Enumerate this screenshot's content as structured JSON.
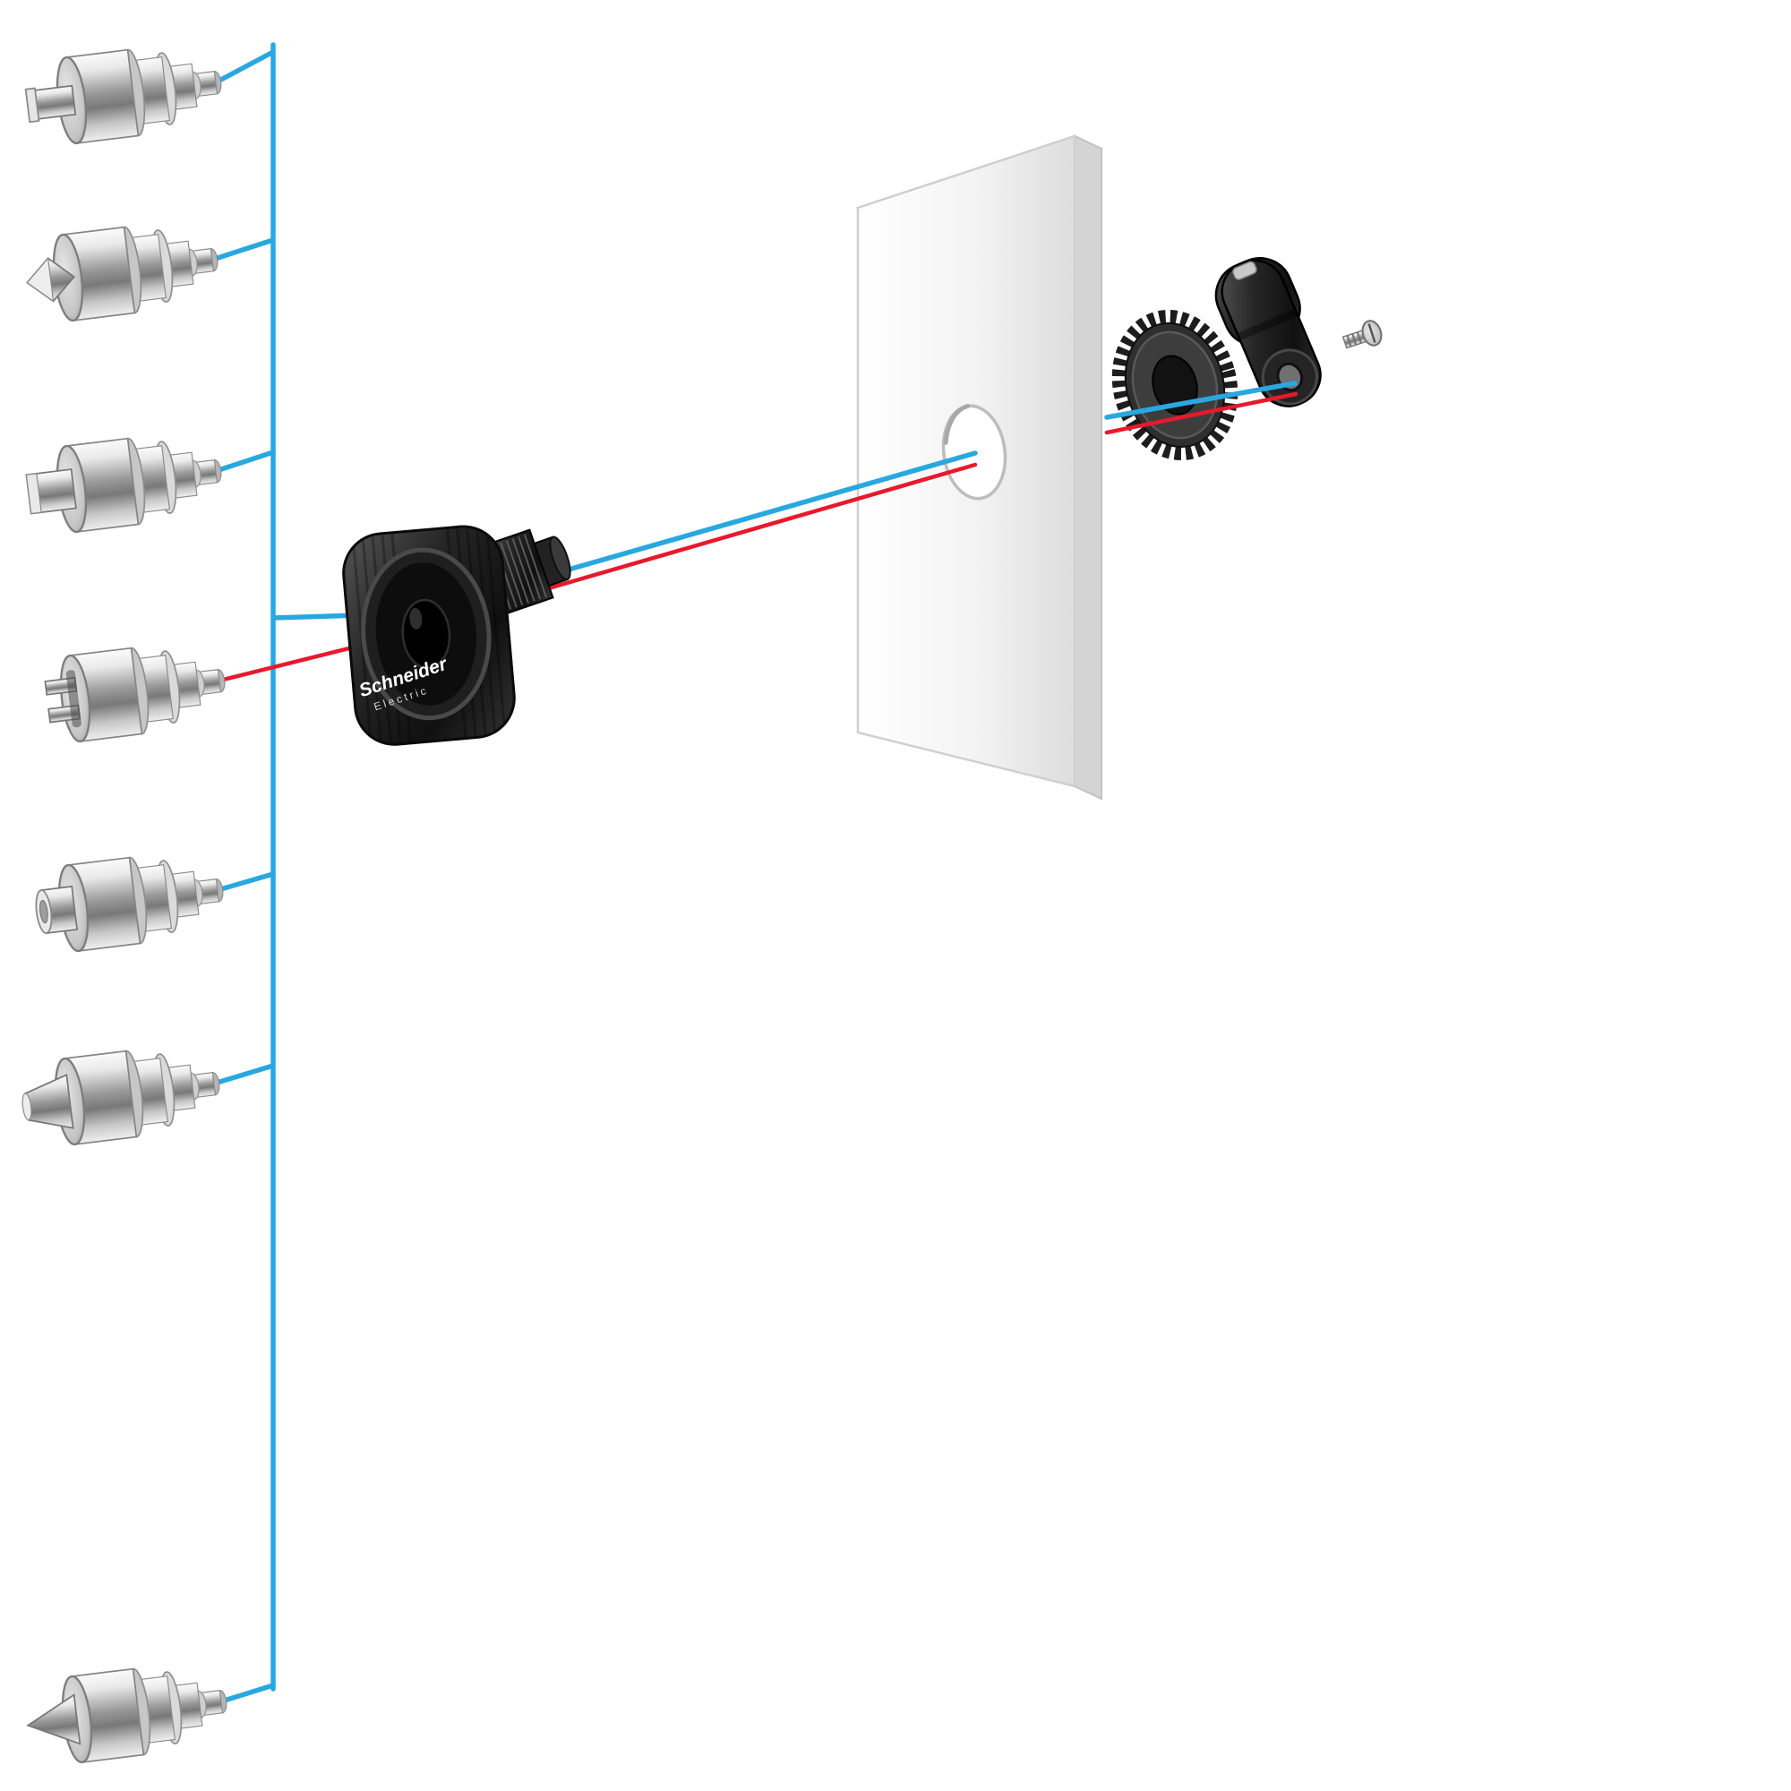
{
  "diagram": {
    "kind": "exploded-assembly-diagram",
    "subject": "enclosure door lock insert mounting options"
  },
  "brand": {
    "line1": "Schneider",
    "line2": "Electric"
  },
  "colors": {
    "line_blue": "#29a8e0",
    "line_red": "#e8192c",
    "part_black": "#1c1c1c",
    "metal_light": "#f5f5f5",
    "panel_fill": "#f4f4f4",
    "background": "#ffffff"
  },
  "parts": {
    "inserts": [
      {
        "name": "square-male-insert"
      },
      {
        "name": "square-diamond-insert"
      },
      {
        "name": "square-large-insert"
      },
      {
        "name": "double-bar-insert"
      },
      {
        "name": "stepped-cylinder-insert"
      },
      {
        "name": "triangular-insert"
      },
      {
        "name": "cone-insert"
      }
    ],
    "lock_body": {
      "name": "lock-housing"
    },
    "panel": {
      "name": "enclosure-door-panel"
    },
    "ring_nut": {
      "name": "toothed-ring-nut"
    },
    "cam": {
      "name": "locking-cam"
    },
    "screw": {
      "name": "fixing-screw"
    }
  }
}
